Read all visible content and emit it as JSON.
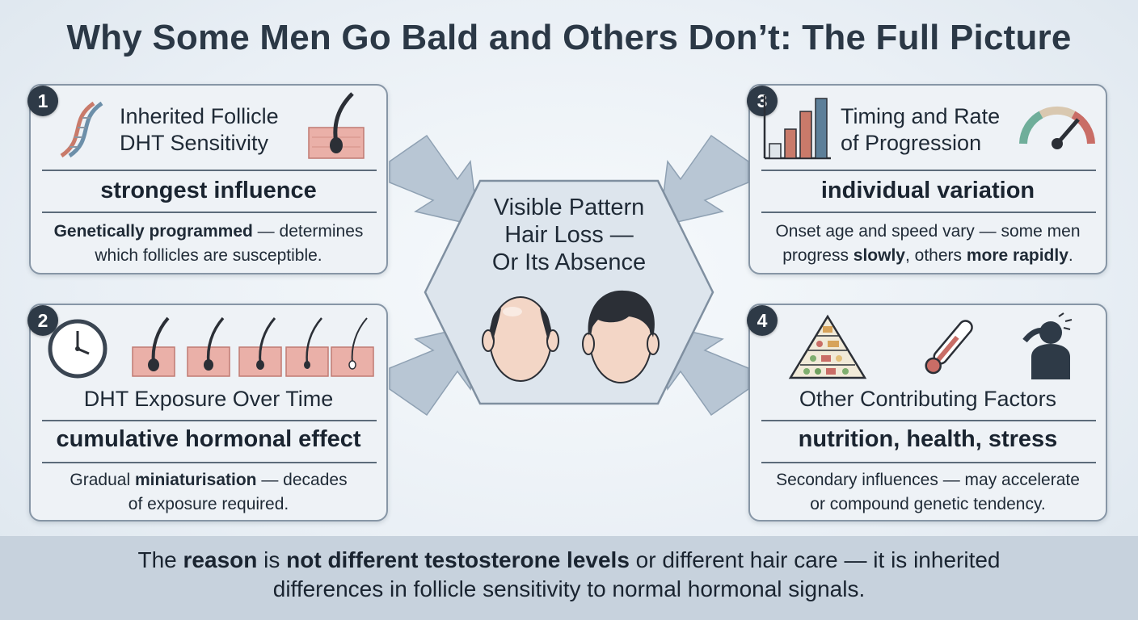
{
  "title": "Why Some Men Go Bald and Others Don’t: The Full Picture",
  "center": {
    "line1": "Visible Pattern",
    "line2": "Hair Loss —",
    "line3": "Or Its Absence"
  },
  "cards": [
    {
      "number": "1",
      "title_line1": "Inherited Follicle",
      "title_line2": "DHT Sensitivity",
      "subtitle": "strongest influence",
      "desc_bold1": "Genetically programmed",
      "desc_text1": " — determines",
      "desc_line2": "which follicles are susceptible.",
      "icons": [
        "dna-icon",
        "hair-follicle-icon"
      ]
    },
    {
      "number": "2",
      "title": "DHT Exposure Over Time",
      "subtitle": "cumulative hormonal effect",
      "desc_text1": "Gradual ",
      "desc_bold1": "miniaturisation",
      "desc_text2": " — decades",
      "desc_line2": "of exposure required.",
      "icons": [
        "clock-icon",
        "follicle-sequence-icon"
      ]
    },
    {
      "number": "3",
      "title_line1": "Timing and Rate",
      "title_line2": "of Progression",
      "subtitle": "individual variation",
      "desc_line1": "Onset age and speed vary — some men",
      "desc_text1": "progress ",
      "desc_bold1": "slowly",
      "desc_text2": ", others ",
      "desc_bold2": "more rapidly",
      "desc_text3": ".",
      "icons": [
        "bar-chart-icon",
        "gauge-icon"
      ]
    },
    {
      "number": "4",
      "title": "Other Contributing Factors",
      "subtitle": "nutrition, health, stress",
      "desc_line1": "Secondary influences — may accelerate",
      "desc_line2": "or compound genetic tendency.",
      "icons": [
        "food-pyramid-icon",
        "thermometer-icon",
        "stress-icon"
      ]
    }
  ],
  "footer": {
    "text1": "The ",
    "bold1": "reason",
    "text2": " is ",
    "bold2": "not different testosterone levels",
    "text3": " or different hair care — it is inherited",
    "line2": "differences in follicle sensitivity to normal hormonal signals."
  },
  "colors": {
    "card_bg": "#eef2f6",
    "card_border": "#8796a6",
    "badge": "#2e3a47",
    "arrow": "#b8c6d4",
    "footer_bg": "#c7d2dd",
    "skin": "#f3d6c6",
    "hair": "#2b2f36"
  }
}
